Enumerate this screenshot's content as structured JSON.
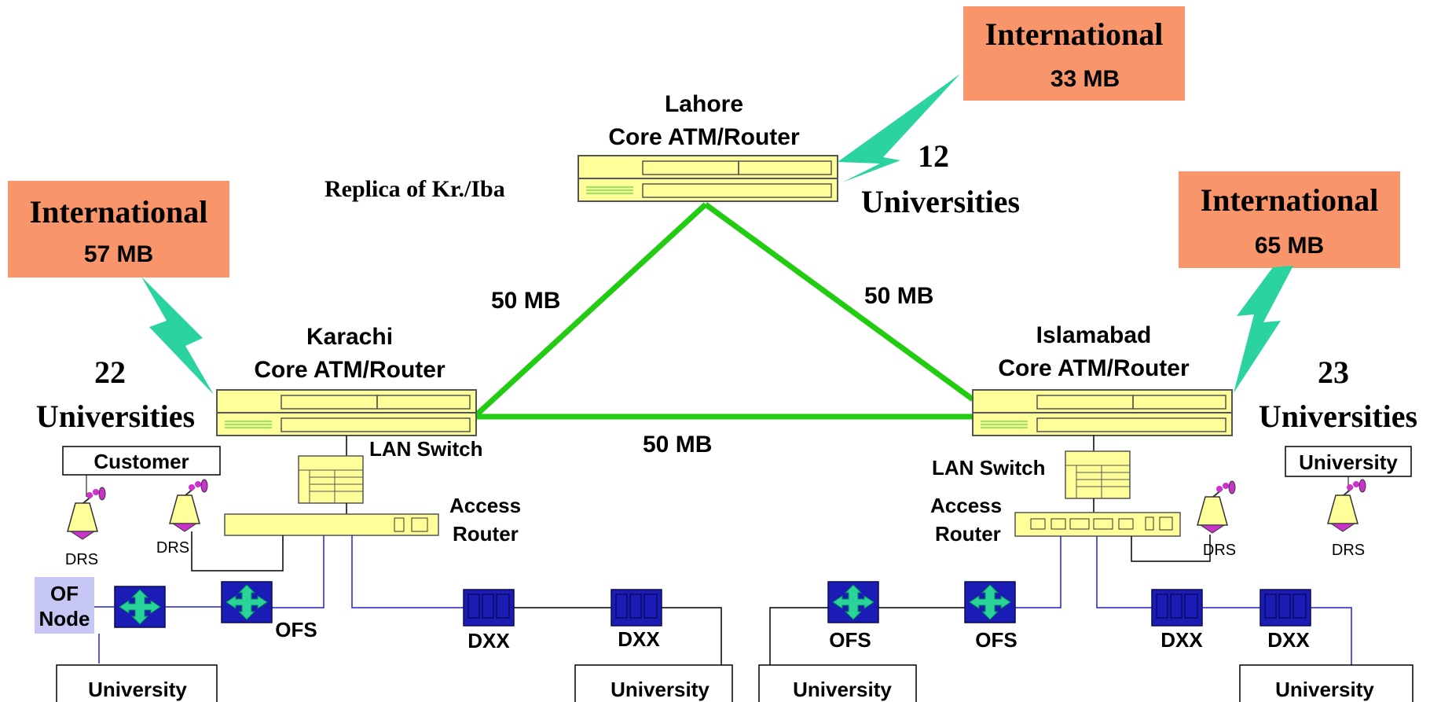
{
  "nodes": {
    "lahore": {
      "city": "Lahore",
      "role": "Core ATM/Router",
      "note": "Replica of Kr./Iba"
    },
    "karachi": {
      "city": "Karachi",
      "role": "Core ATM/Router"
    },
    "islamabad": {
      "city": "Islamabad",
      "role": "Core ATM/Router"
    }
  },
  "international": [
    {
      "label": "International",
      "bandwidth": "57 MB"
    },
    {
      "label": "International",
      "bandwidth": "33 MB"
    },
    {
      "label": "International",
      "bandwidth": "65 MB"
    }
  ],
  "universities": {
    "karachi": {
      "count": "22",
      "label": "Universities"
    },
    "lahore": {
      "count": "12",
      "label": "Universities"
    },
    "islamabad": {
      "count": "23",
      "label": "Universities"
    }
  },
  "links": {
    "karachi_lahore": "50 MB",
    "lahore_islamabad": "50 MB",
    "karachi_islamabad": "50 MB"
  },
  "equipment": {
    "lan_switch": "LAN Switch",
    "access": "Access",
    "router": "Router",
    "drs": "DRS",
    "ofs": "OFS",
    "dxx": "DXX",
    "of": "OF",
    "node": "Node"
  },
  "boxes": {
    "customer": "Customer",
    "university": "University"
  },
  "colors": {
    "international_box": "#f9956a",
    "link_green": "#22cc11",
    "router_body": "#ffff99",
    "dxx_blue": "#1b1bb5",
    "ofs_green": "#2ad39a",
    "lightning": "#2bd3a0",
    "of_node_bg": "#c7c7f5",
    "line_blue": "#2222cc"
  }
}
